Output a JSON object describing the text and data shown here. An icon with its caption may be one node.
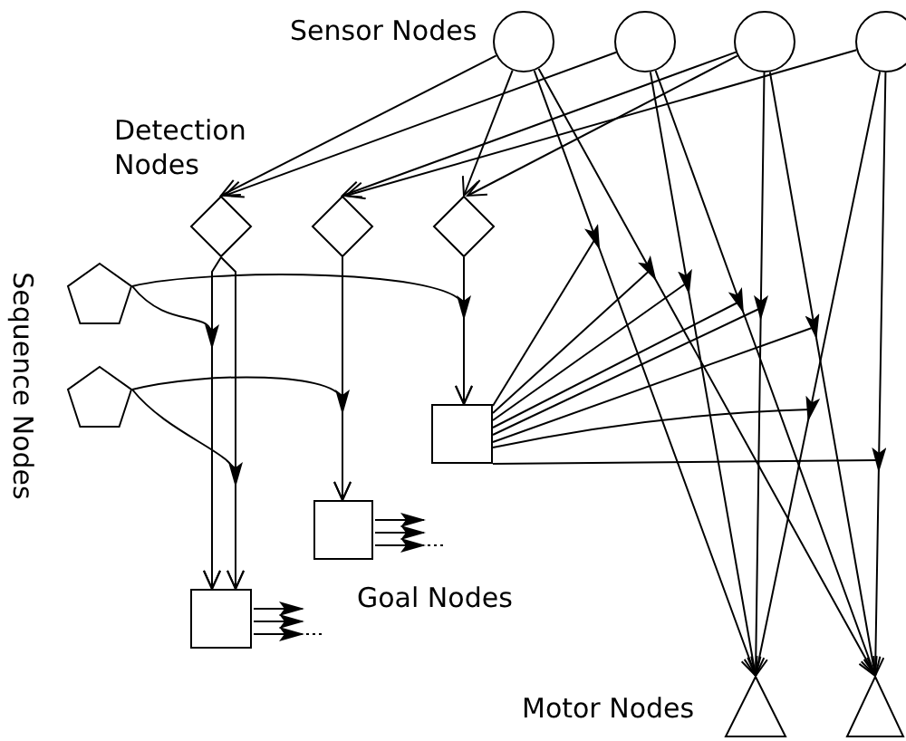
{
  "diagram": {
    "nodes": [
      {
        "text": [],
        "shape": "circle"
      },
      {
        "text": [],
        "shape": "circle"
      },
      {
        "text": [],
        "shape": "circle"
      },
      {
        "text": [],
        "shape": "circle"
      },
      {
        "text": [],
        "shape": "diamond"
      },
      {
        "text": [],
        "shape": "diamond"
      },
      {
        "text": [],
        "shape": "diamond"
      },
      {
        "text": [],
        "shape": "pentagon"
      },
      {
        "text": [],
        "shape": "pentagon"
      },
      {
        "text": [],
        "shape": "box"
      },
      {
        "text": [],
        "shape": "box"
      },
      {
        "text": [],
        "shape": "box"
      },
      {
        "text": [],
        "shape": "triangle"
      },
      {
        "text": [],
        "shape": "triangle"
      }
    ],
    "edges": [
      {
        "from": 0,
        "to": 4,
        "arrow": "to"
      },
      {
        "from": 1,
        "to": 4,
        "arrow": "to"
      },
      {
        "from": 2,
        "to": 5,
        "arrow": "to"
      },
      {
        "from": 3,
        "to": 5,
        "arrow": "to"
      },
      {
        "from": 0,
        "to": 6,
        "arrow": "to"
      },
      {
        "from": 2,
        "to": 6,
        "arrow": "to"
      },
      {
        "from": 0,
        "to": 12,
        "arrow": "to"
      },
      {
        "from": 0,
        "to": 13,
        "arrow": "to"
      },
      {
        "from": 1,
        "to": 12,
        "arrow": "to"
      },
      {
        "from": 1,
        "to": 13,
        "arrow": "to"
      },
      {
        "from": 2,
        "to": 12,
        "arrow": "to"
      },
      {
        "from": 2,
        "to": 13,
        "arrow": "to"
      },
      {
        "from": 3,
        "to": 12,
        "arrow": "to"
      },
      {
        "from": 3,
        "to": 13,
        "arrow": "to"
      },
      {
        "from": 9,
        "to": null,
        "arrow": "none"
      },
      {
        "from": 9,
        "to": null,
        "arrow": "none"
      },
      {
        "from": 9,
        "to": null,
        "arrow": "none"
      },
      {
        "from": 9,
        "to": null,
        "arrow": "none"
      },
      {
        "from": 9,
        "to": null,
        "arrow": "none"
      },
      {
        "from": 9,
        "to": null,
        "arrow": "none"
      },
      {
        "from": 9,
        "to": null,
        "arrow": "none"
      },
      {
        "from": 9,
        "to": null,
        "arrow": "none"
      },
      {
        "from": 4,
        "to": 11,
        "arrow": "to"
      },
      {
        "from": 4,
        "to": 11,
        "arrow": "to"
      },
      {
        "from": 5,
        "to": 10,
        "arrow": "to"
      },
      {
        "from": 6,
        "to": 9,
        "arrow": "to"
      },
      {
        "from": 7,
        "to": 9,
        "arrow": "to"
      },
      {
        "from": 7,
        "to": 11,
        "arrow": "to"
      },
      {
        "from": 8,
        "to": 10,
        "arrow": "to"
      },
      {
        "from": 8,
        "to": 11,
        "arrow": "to"
      },
      {
        "from": 10,
        "to": null,
        "arrow": "to"
      },
      {
        "from": 10,
        "to": null,
        "arrow": "to"
      },
      {
        "from": 10,
        "to": null,
        "arrow": "to"
      },
      {
        "from": 11,
        "to": null,
        "arrow": "to"
      },
      {
        "from": 11,
        "to": null,
        "arrow": "to"
      },
      {
        "from": 11,
        "to": null,
        "arrow": "to"
      }
    ],
    "labels": [
      "Sensor Nodes",
      "Detection Nodes",
      "Sequence Nodes",
      "Goal Nodes",
      "Motor Nodes"
    ]
  }
}
